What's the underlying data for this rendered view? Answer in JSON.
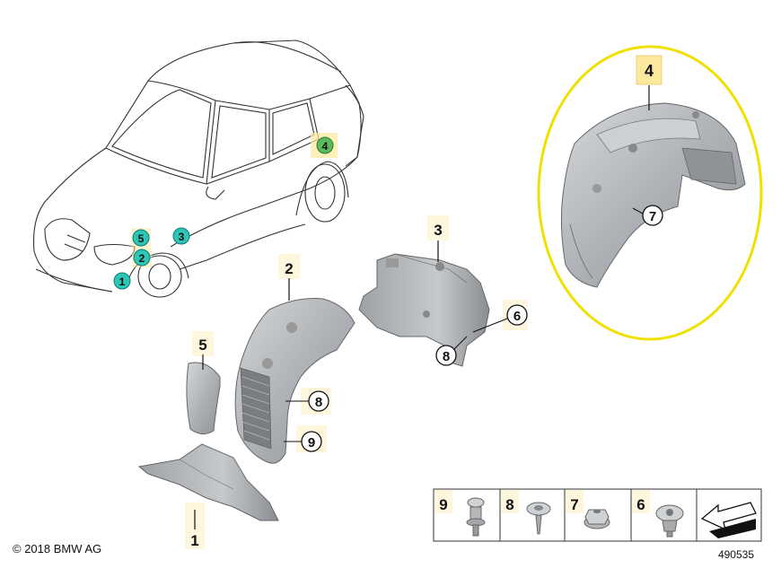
{
  "callouts": {
    "part_1": "1",
    "part_2": "2",
    "part_3": "3",
    "part_4": "4",
    "part_5": "5",
    "part_6": "6",
    "part_7": "7",
    "part_8a": "8",
    "part_8b": "8",
    "part_9": "9"
  },
  "car_markers": {
    "m1": "1",
    "m2": "2",
    "m3": "3",
    "m4": "4",
    "m5": "5"
  },
  "fastener_legend": {
    "items": [
      {
        "label": "9"
      },
      {
        "label": "8"
      },
      {
        "label": "7"
      },
      {
        "label": "6"
      }
    ]
  },
  "copyright": "© 2018 BMW AG",
  "diagram_number": "490535",
  "colors": {
    "marker_teal": "#2ec4b6",
    "marker_green": "#5cb85c",
    "highlight_yellow": "#f0e000",
    "label_box": "#fde8a0",
    "part_gray": "#b8bcc0"
  }
}
